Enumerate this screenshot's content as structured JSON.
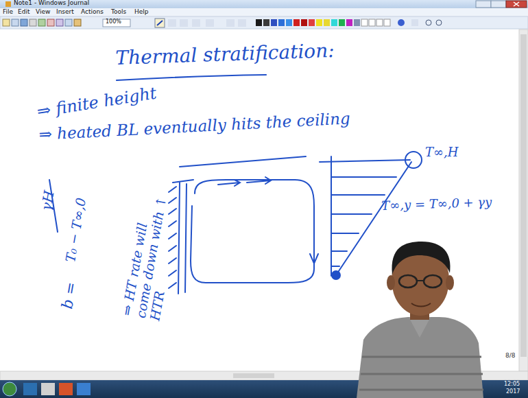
{
  "diagram": {
    "title": "Thermal stratification:",
    "labels": [
      "Note1 - Windows Journal",
      "File",
      "Edit",
      "View",
      "Insert",
      "Actions",
      "Tools",
      "Help",
      "100%",
      "⇒ finite height",
      "⇒ heated BL eventually hits the ceiling",
      "T∞,H",
      "T∞,y = T∞,0 + γy",
      "b =",
      "γH",
      "T₀ − T∞,0",
      "⇒ HT rate will come down with ↑ HTR",
      "8/8",
      "12:05",
      "2017"
    ]
  }
}
